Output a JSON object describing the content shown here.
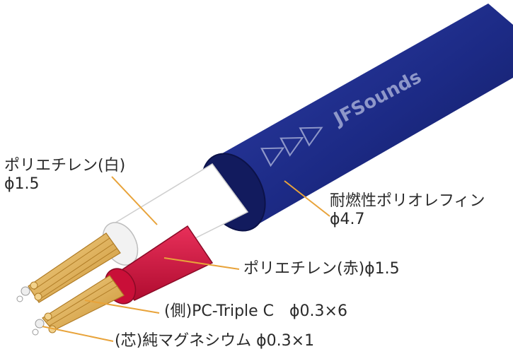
{
  "brand": {
    "name": "JFSounds",
    "arrow_marks": "▷▷▷"
  },
  "labels": {
    "white_insulation": {
      "line1": "ポリエチレン(白)",
      "line2": "ϕ1.5"
    },
    "jacket": {
      "line1": "耐燃性ポリオレフィン",
      "line2": "ϕ4.7"
    },
    "red_insulation": "ポリエチレン(赤)ϕ1.5",
    "side_conductor": "(側)PC-Triple C　ϕ0.3×6",
    "core_conductor": "(芯)純マグネシウム ϕ0.3×1"
  },
  "colors": {
    "jacket": "#1c2a85",
    "jacket_dark": "#121b5e",
    "jacket_light": "#2f3fa8",
    "red_insulation": "#d0103a",
    "white_insulation": "#ffffff",
    "copper": "#e6b75a",
    "leader_line": "#e8a33a",
    "text": "#2a2a2a"
  }
}
